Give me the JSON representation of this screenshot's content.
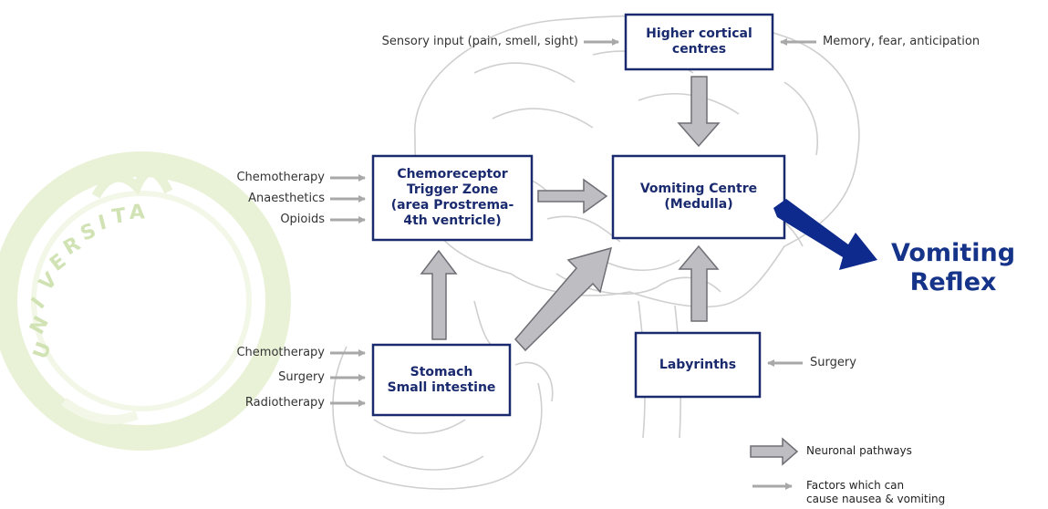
{
  "boxes": {
    "higher_cortical": "Higher cortical\ncentres",
    "ctz": "Chemoreceptor\nTrigger Zone\n(area Prostrema-\n4th ventricle)",
    "vomiting_centre": "Vomiting Centre\n(Medulla)",
    "stomach": "Stomach\nSmall intestine",
    "labyrinths": "Labyrinths"
  },
  "inputs": {
    "sensory": "Sensory input (pain, smell, sight)",
    "memory": "Memory, fear, anticipation",
    "ctz": [
      "Chemotherapy",
      "Anaesthetics",
      "Opioids"
    ],
    "stomach": [
      "Chemotherapy",
      "Surgery",
      "Radiotherapy"
    ],
    "labyrinths": "Surgery"
  },
  "output": {
    "line1": "Vomiting",
    "line2": "Reflex"
  },
  "legend": {
    "neuronal": "Neuronal pathways",
    "factors": "Factors which can\ncause nausea & vomiting"
  },
  "colors": {
    "box_border": "#1a2a6e",
    "box_text": "#1a2a6e",
    "pathway_fill": "#bdbdc2",
    "factor_arrow": "#a8a8a8",
    "reflex_arrow": "#0d2a8c",
    "watermark": "#8ab54a"
  }
}
